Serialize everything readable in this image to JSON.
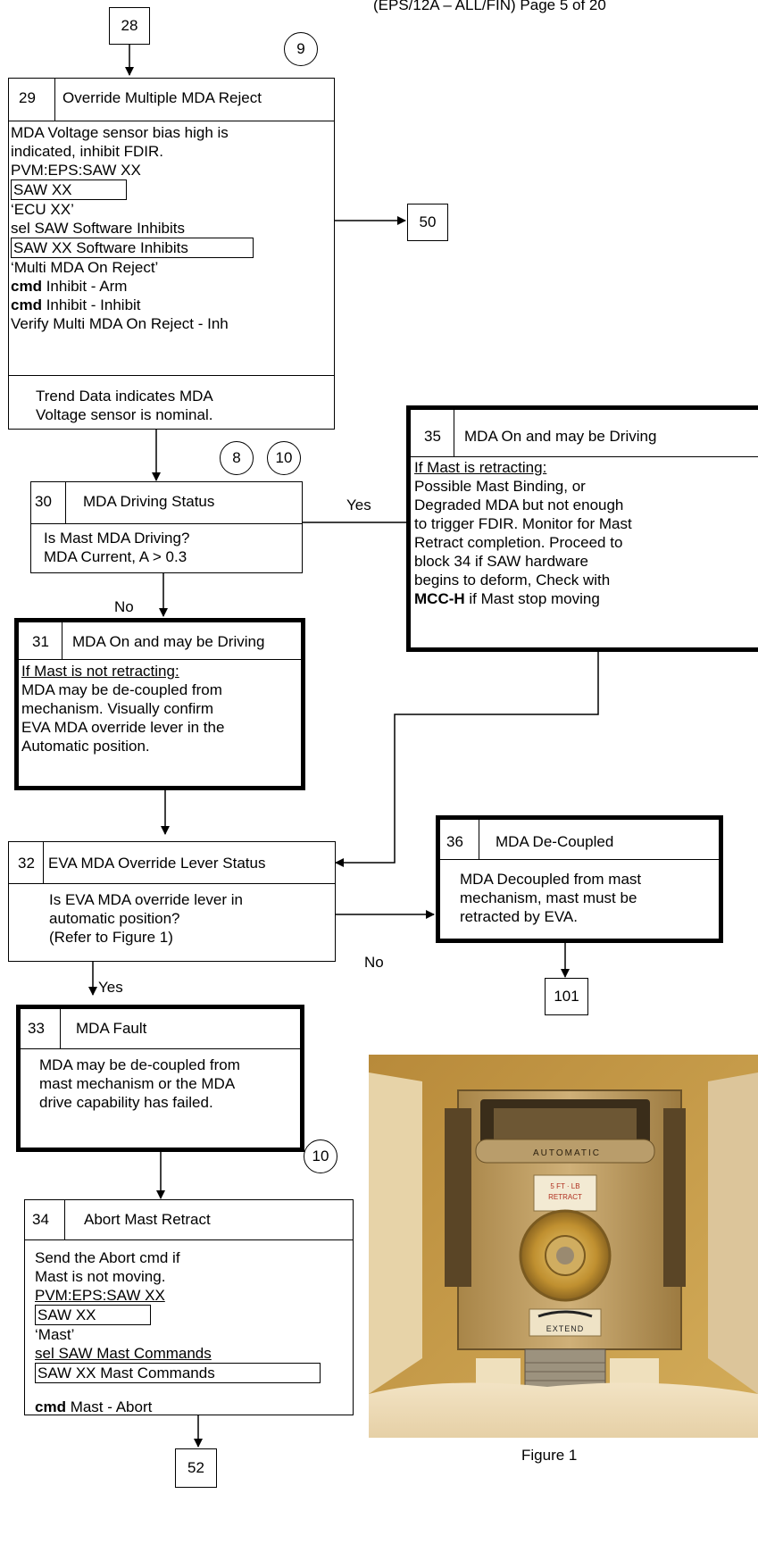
{
  "page_header": "(EPS/12A – ALL/FIN) Page 5 of 20",
  "connectors": {
    "c28": "28",
    "c50": "50",
    "c101": "101",
    "c52": "52",
    "circ9": "9",
    "circ8": "8",
    "circ10a": "10",
    "circ10b": "10"
  },
  "labels": {
    "yes1": "Yes",
    "no1": "No",
    "no2": "No",
    "yes2": "Yes"
  },
  "b29": {
    "num": "29",
    "title": "Override Multiple MDA Reject",
    "l1": "MDA Voltage sensor bias high is",
    "l2": "indicated, inhibit FDIR.",
    "l3": "PVM:EPS:SAW XX",
    "l4": "SAW XX",
    "l5": "‘ECU XX’",
    "l6": "sel SAW Software Inhibits",
    "l7": "SAW XX Software Inhibits",
    "l8": "‘Multi MDA On Reject’",
    "l9_cmd": "cmd",
    "l9": " Inhibit - Arm",
    "l10_cmd": "cmd",
    "l10": " Inhibit - Inhibit",
    "l11": "Verify Multi MDA On Reject - Inh",
    "trend1": "Trend Data indicates MDA",
    "trend2": "Voltage sensor is nominal."
  },
  "b30": {
    "num": "30",
    "title": "MDA Driving Status",
    "l1": "Is Mast MDA Driving?",
    "l2": "MDA Current, A > 0.3"
  },
  "b31": {
    "num": "31",
    "title": "MDA On and may be Driving",
    "l1": "If Mast is not retracting:",
    "l2": "MDA may be de-coupled from",
    "l3": "mechanism. Visually confirm",
    "l4": "EVA MDA override lever in the",
    "l5": "Automatic position."
  },
  "b35": {
    "num": "35",
    "title": "MDA On and may be Driving",
    "l1": "If Mast  is retracting:",
    "l2": "Possible Mast Binding, or",
    "l3": "Degraded MDA but not enough",
    "l4": "to trigger FDIR. Monitor for Mast",
    "l5": "Retract completion. Proceed to",
    "l6": "block 34 if SAW  hardware",
    "l7": "begins to deform, Check with",
    "l8_b": "MCC-H",
    "l8": " if Mast stop moving"
  },
  "b32": {
    "num": "32",
    "title": "EVA MDA Override Lever Status",
    "l1": "Is EVA MDA override lever in",
    "l2": "automatic position?",
    "l3": "(Refer to Figure 1)"
  },
  "b36": {
    "num": "36",
    "title": "MDA De-Coupled",
    "l1": "MDA Decoupled from mast",
    "l2": "mechanism, mast must be",
    "l3": "retracted by EVA."
  },
  "b33": {
    "num": "33",
    "title": "MDA Fault",
    "l1": "MDA may be de-coupled from",
    "l2": "mast mechanism or the MDA",
    "l3": "drive capability has failed."
  },
  "b34": {
    "num": "34",
    "title": "Abort Mast Retract",
    "l1": "Send the Abort cmd if",
    "l2": "Mast is not moving.",
    "l3": "PVM:EPS:SAW XX",
    "l4": "SAW XX",
    "l5": "‘Mast’",
    "l6": "sel SAW Mast Commands",
    "l7": "SAW XX Mast Commands",
    "l8_cmd": "cmd",
    "l8": " Mast - Abort"
  },
  "photo": {
    "automatic": "AUTOMATIC",
    "ftlb1": "5 FT · LB",
    "ftlb2": "RETRACT",
    "extend": "EXTEND"
  },
  "figure_caption": "Figure 1"
}
